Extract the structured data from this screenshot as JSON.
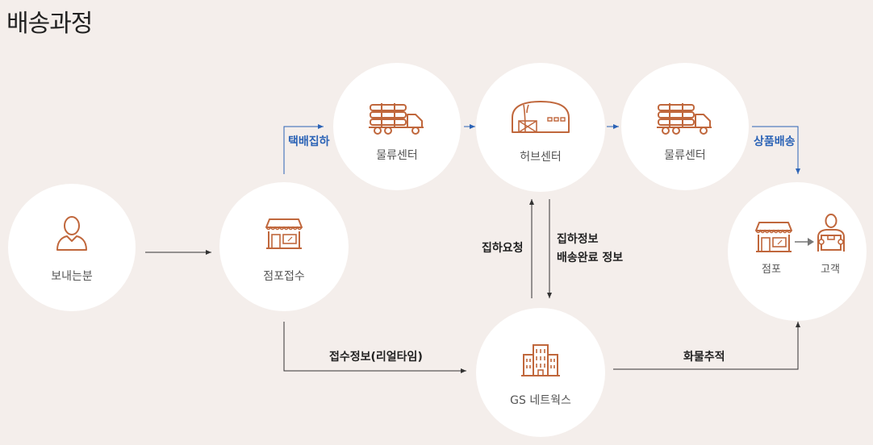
{
  "title": "배송과정",
  "nodes": {
    "sender": "보내는분",
    "store": "점포접수",
    "logistics1": "물류센터",
    "hub": "허브센터",
    "logistics2": "물류센터",
    "gs": "GS 네트웍스",
    "dest_store": "점포",
    "dest_customer": "고객"
  },
  "edges": {
    "pickup": "택배집하",
    "delivery": "상품배송",
    "pickup_request": "집하요청",
    "pickup_info": "집하정보",
    "delivery_done": "배송완료 정보",
    "receipt_info": "접수정보(리얼타임)",
    "tracking": "화물추적"
  },
  "colors": {
    "background": "#f4eeeb",
    "node": "#ffffff",
    "icon": "#c0673c",
    "edge": "#333333",
    "flow": "#2b63b6"
  },
  "icons": {
    "sender": "person-icon",
    "store": "storefront-icon",
    "logistics": "truck-icon",
    "hub": "warehouse-icon",
    "gs": "office-building-icon",
    "customer": "customer-box-icon"
  }
}
